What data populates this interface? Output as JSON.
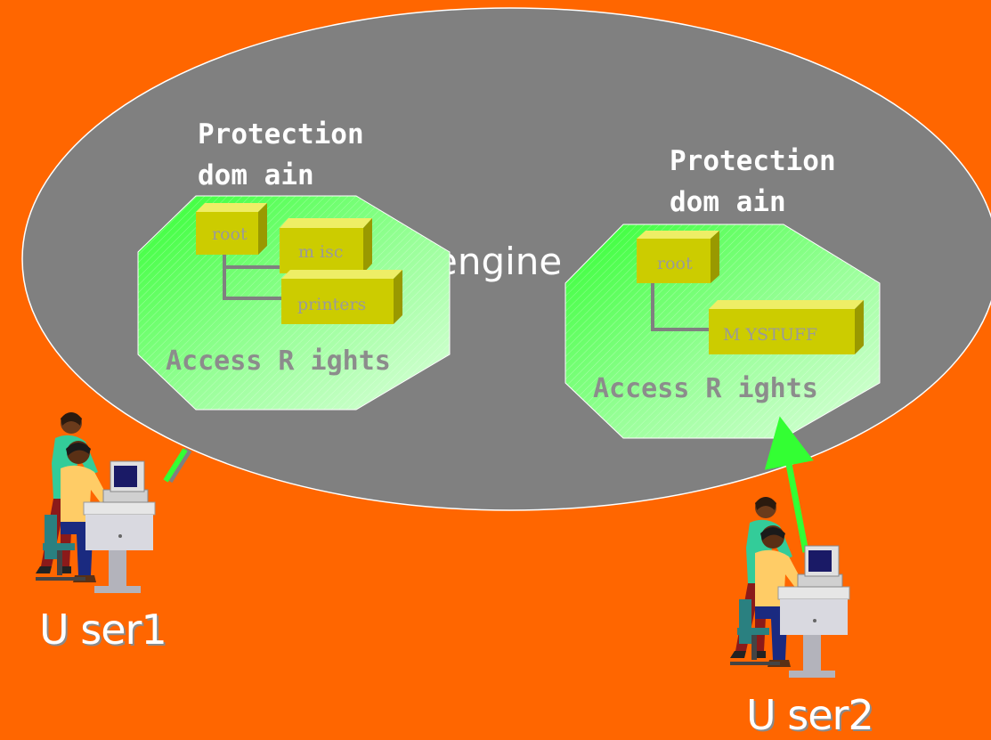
{
  "engine_label": "engine",
  "domains": [
    {
      "title_line1": "Protection",
      "title_line2": "dom ain",
      "boxes": [
        "root",
        "m isc",
        "printers"
      ],
      "access_label": "Access R ights"
    },
    {
      "title_line1": "Protection",
      "title_line2": "dom ain",
      "boxes": [
        "root",
        "M YSTUFF"
      ],
      "access_label": "Access R ights"
    }
  ],
  "users": [
    {
      "label": "U ser1"
    },
    {
      "label": "U ser2"
    }
  ],
  "colors": {
    "background": "#ff6600",
    "engine_fill": "#808080",
    "domain_fill": "#66ff66",
    "box_fill": "#cccc00",
    "arrow": "#33ff33"
  }
}
